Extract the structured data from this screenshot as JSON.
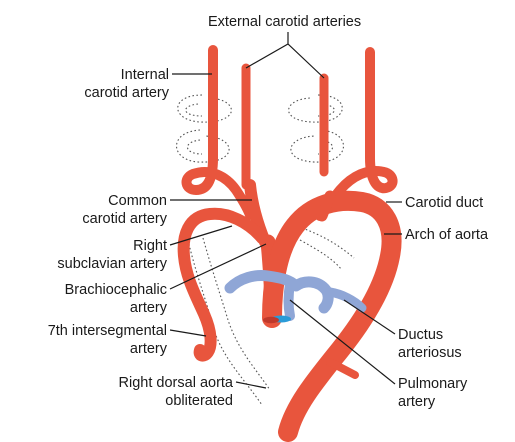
{
  "labels": {
    "external_carotid": "External carotid arteries",
    "internal_carotid_1": "Internal",
    "internal_carotid_2": "carotid artery",
    "common_carotid_1": "Common",
    "common_carotid_2": "carotid artery",
    "right_subclavian_1": "Right",
    "right_subclavian_2": "subclavian artery",
    "brachiocephalic_1": "Brachiocephalic",
    "brachiocephalic_2": "artery",
    "intersegmental_1": "7th intersegmental",
    "intersegmental_2": "artery",
    "dorsal_aorta_1": "Right dorsal aorta",
    "dorsal_aorta_2": "obliterated",
    "carotid_duct": "Carotid duct",
    "arch_of_aorta": "Arch of aorta",
    "ductus_1": "Ductus",
    "ductus_2": "arteriosus",
    "pulmonary_1": "Pulmonary",
    "pulmonary_2": "artery"
  },
  "colors": {
    "artery_fill": "#e8553d",
    "artery_outline": "#c0392b",
    "pulmonary_fill": "#8fa6d6",
    "pulmonary_outline": "#5f78b3",
    "lumen": "#2a9bd8"
  }
}
